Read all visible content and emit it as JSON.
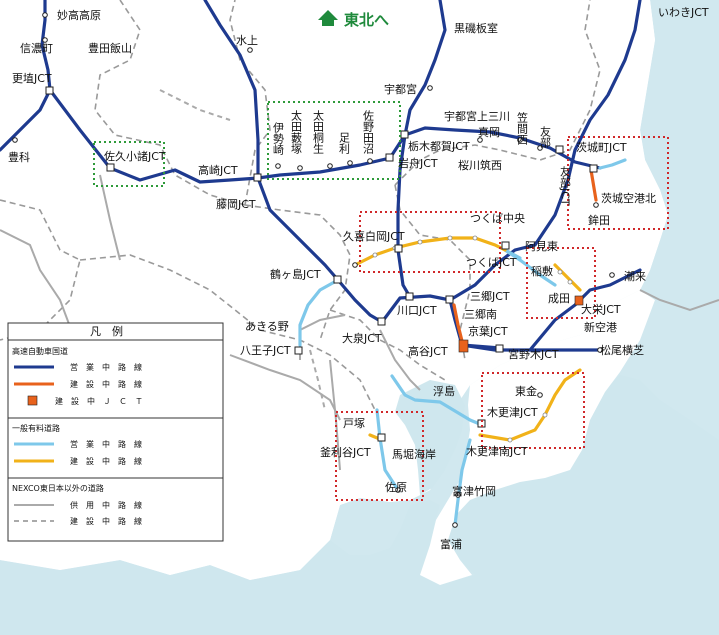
{
  "direction_badge": {
    "text": "東北へ",
    "color": "#1f8a3c"
  },
  "colors": {
    "sea": "#cfe7ee",
    "expressway_open": "#1e3a8f",
    "expressway_construction": "#e8621c",
    "general_toll_open": "#7ec8ea",
    "general_toll_construction": "#f1b219",
    "other_road": "#aaaaaa",
    "prefecture_border": "#999999",
    "highlight_red": "#d0282a",
    "highlight_green": "#2e9a3a"
  },
  "labels": {
    "myoko": "妙高高原",
    "shinanomachi": "信濃町",
    "toyota_iiyama": "豊田飯山",
    "koshoku": "更埴JCT",
    "toyoshina": "豊科",
    "saku_komoro": "佐久小諸JCT",
    "minakami": "水上",
    "takasaki": "高崎JCT",
    "fujioka": "藤岡JCT",
    "isesaki": "伊勢崎",
    "ota_yabuzuka": "太田藪塚",
    "ota_kiryu": "太田桐生",
    "ashikaga": "足利",
    "sano_tanuma": "佐野田沼",
    "utsunomiya": "宇都宮",
    "tochigi_tsuga": "栃木都賀JCT",
    "iwafune": "岩舟JCT",
    "kurobane_itamuro": "黒磯板室",
    "utsunomiya_kamimikawa": "宇都宮上三川",
    "mooka": "真岡",
    "sakuragawa_chikusei": "桜川筑西",
    "kasama": "笠間西",
    "tomobe": "友部",
    "tomobe_jct": "友部JCT",
    "iwaki": "いわきJCT",
    "ibaraki_machi": "茨城町JCT",
    "ibaraki_airport": "茨城空港北",
    "hokota": "鉾田",
    "kuki_shiraoka": "久喜白岡JCT",
    "tsukuba_chuo": "つくば中央",
    "tsukuba_jct": "つくばJCT",
    "amimachi": "阿見東",
    "inashiki": "稲敷",
    "narita": "成田",
    "itako": "潮来",
    "daiei": "大栄JCT",
    "shinkuko": "新空港",
    "tsurugashima": "鶴ヶ島JCT",
    "akiruno": "あきる野",
    "hachioji": "八王子JCT",
    "oizumi": "大泉JCT",
    "kawaguchi": "川口JCT",
    "misato": "三郷JCT",
    "misato_minami": "三郷南",
    "keiyo": "京葉JCT",
    "takaya": "高谷JCT",
    "miyanoki": "宮野木JCT",
    "matsuo_yokoshiba": "松尾横芝",
    "togane": "東金",
    "kisarazu": "木更津JCT",
    "kisarazu_minami": "木更津南JCT",
    "ukishima": "浮島",
    "totsuka": "戸塚",
    "kamariya": "釜利谷JCT",
    "mabori": "馬堀海岸",
    "sawara": "佐原",
    "futtsu_takeoka": "富津竹岡",
    "futtsu": "富浦"
  },
  "legend": {
    "title": "凡　例",
    "section1": "高速自動車国道",
    "s1_open": "営　業　中　路　線",
    "s1_construction": "建　設　中　路　線",
    "s1_jct": "建　設　中　Ｊ　Ｃ　Ｔ",
    "section2": "一般有料道路",
    "s2_open": "営　業　中　路　線",
    "s2_construction": "建　設　中　路　線",
    "section3": "NEXCO東日本以外の道路",
    "s3_open": "供　用　中　路　線",
    "s3_construction": "建　設　中　路　線"
  }
}
